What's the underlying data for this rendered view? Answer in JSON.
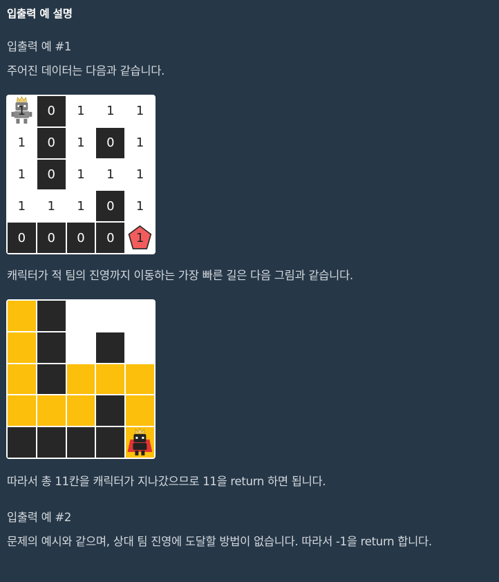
{
  "section_title": "입출력 예 설명",
  "example1": {
    "heading": "입출력 예 #1",
    "intro": "주어진 데이터는 다음과 같습니다.",
    "maps_caption": "캐릭터가 적 팀의 진영까지 이동하는 가장 빠른 길은 다음 그림과 같습니다.",
    "conclusion": "따라서 총 11칸을 캐릭터가 지나갔으므로 11을 return 하면 됩니다.",
    "maps": [
      [
        "1",
        "0",
        "1",
        "1",
        "1"
      ],
      [
        "1",
        "0",
        "1",
        "0",
        "1"
      ],
      [
        "1",
        "0",
        "1",
        "1",
        "1"
      ],
      [
        "1",
        "1",
        "1",
        "0",
        "1"
      ],
      [
        "0",
        "0",
        "0",
        "0",
        "1"
      ]
    ],
    "path_grid": [
      [
        "path",
        "wall",
        "road",
        "road",
        "road"
      ],
      [
        "path",
        "wall",
        "road",
        "wall",
        "road"
      ],
      [
        "path",
        "wall",
        "path",
        "path",
        "path"
      ],
      [
        "path",
        "path",
        "path",
        "wall",
        "path"
      ],
      [
        "wall",
        "wall",
        "wall",
        "wall",
        "path"
      ]
    ],
    "icons": {
      "player": "character-icon",
      "enemy": "enemy-base-pentagon-icon",
      "goal_character": "character-at-goal-icon"
    }
  },
  "example2": {
    "heading": "입출력 예 #2",
    "body": "문제의 예시와 같으며, 상대 팀 진영에 도달할 방법이 없습니다. 따라서 -1을 return 합니다."
  },
  "colors": {
    "background": "#263747",
    "wall": "#272727",
    "road": "#ffffff",
    "path": "#fcbf0b",
    "enemy": "#f25c5c"
  }
}
